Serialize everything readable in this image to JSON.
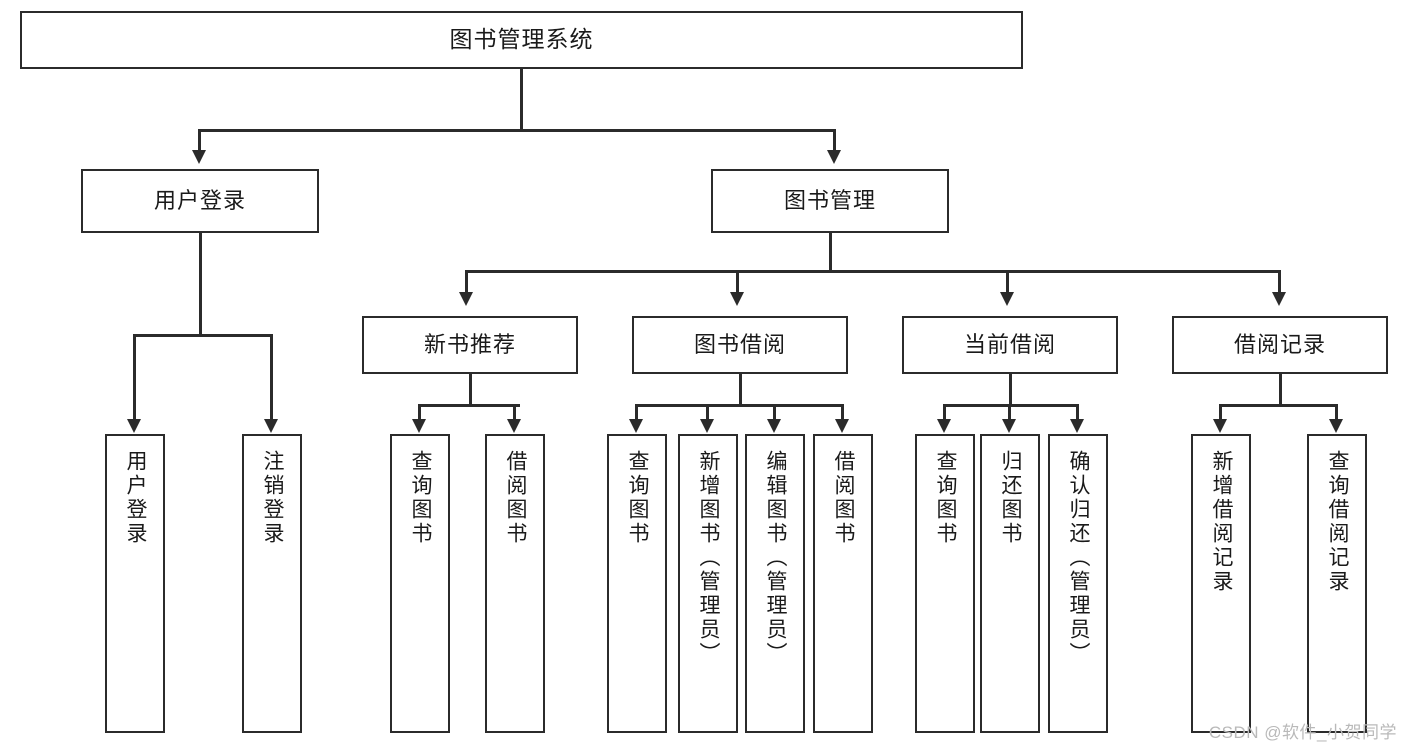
{
  "diagram": {
    "type": "tree-hierarchy-flowchart",
    "title": "图书管理系统",
    "orientation": "top-down",
    "levels": 4,
    "style": {
      "box_border": "#2b2b2b",
      "box_fill": "#ffffff",
      "text": "#1a1a1a",
      "background": "#ffffff"
    }
  },
  "nodes": {
    "root": {
      "label": "图书管理系统",
      "level": 1
    },
    "level2": [
      {
        "label": "用户登录",
        "level": 2
      },
      {
        "label": "图书管理",
        "level": 2
      }
    ],
    "level3": [
      {
        "label": "新书推荐",
        "level": 3,
        "parent": "图书管理"
      },
      {
        "label": "图书借阅",
        "level": 3,
        "parent": "图书管理"
      },
      {
        "label": "当前借阅",
        "level": 3,
        "parent": "图书管理"
      },
      {
        "label": "借阅记录",
        "level": 3,
        "parent": "图书管理"
      }
    ],
    "leaves": {
      "user_login": [
        {
          "label": "用户登录"
        },
        {
          "label": "注销登录"
        }
      ],
      "new_book_recommend": [
        {
          "label": "查询图书"
        },
        {
          "label": "借阅图书"
        }
      ],
      "book_borrow": [
        {
          "label": "查询图书"
        },
        {
          "label": "新增图书（管理员）"
        },
        {
          "label": "编辑图书（管理员）"
        },
        {
          "label": "借阅图书"
        }
      ],
      "current_borrow": [
        {
          "label": "查询图书"
        },
        {
          "label": "归还图书"
        },
        {
          "label": "确认归还（管理员）"
        }
      ],
      "borrow_record": [
        {
          "label": "新增借阅记录"
        },
        {
          "label": "查询借阅记录"
        }
      ]
    }
  },
  "watermark": {
    "text": "CSDN @软件_小贺同学"
  }
}
